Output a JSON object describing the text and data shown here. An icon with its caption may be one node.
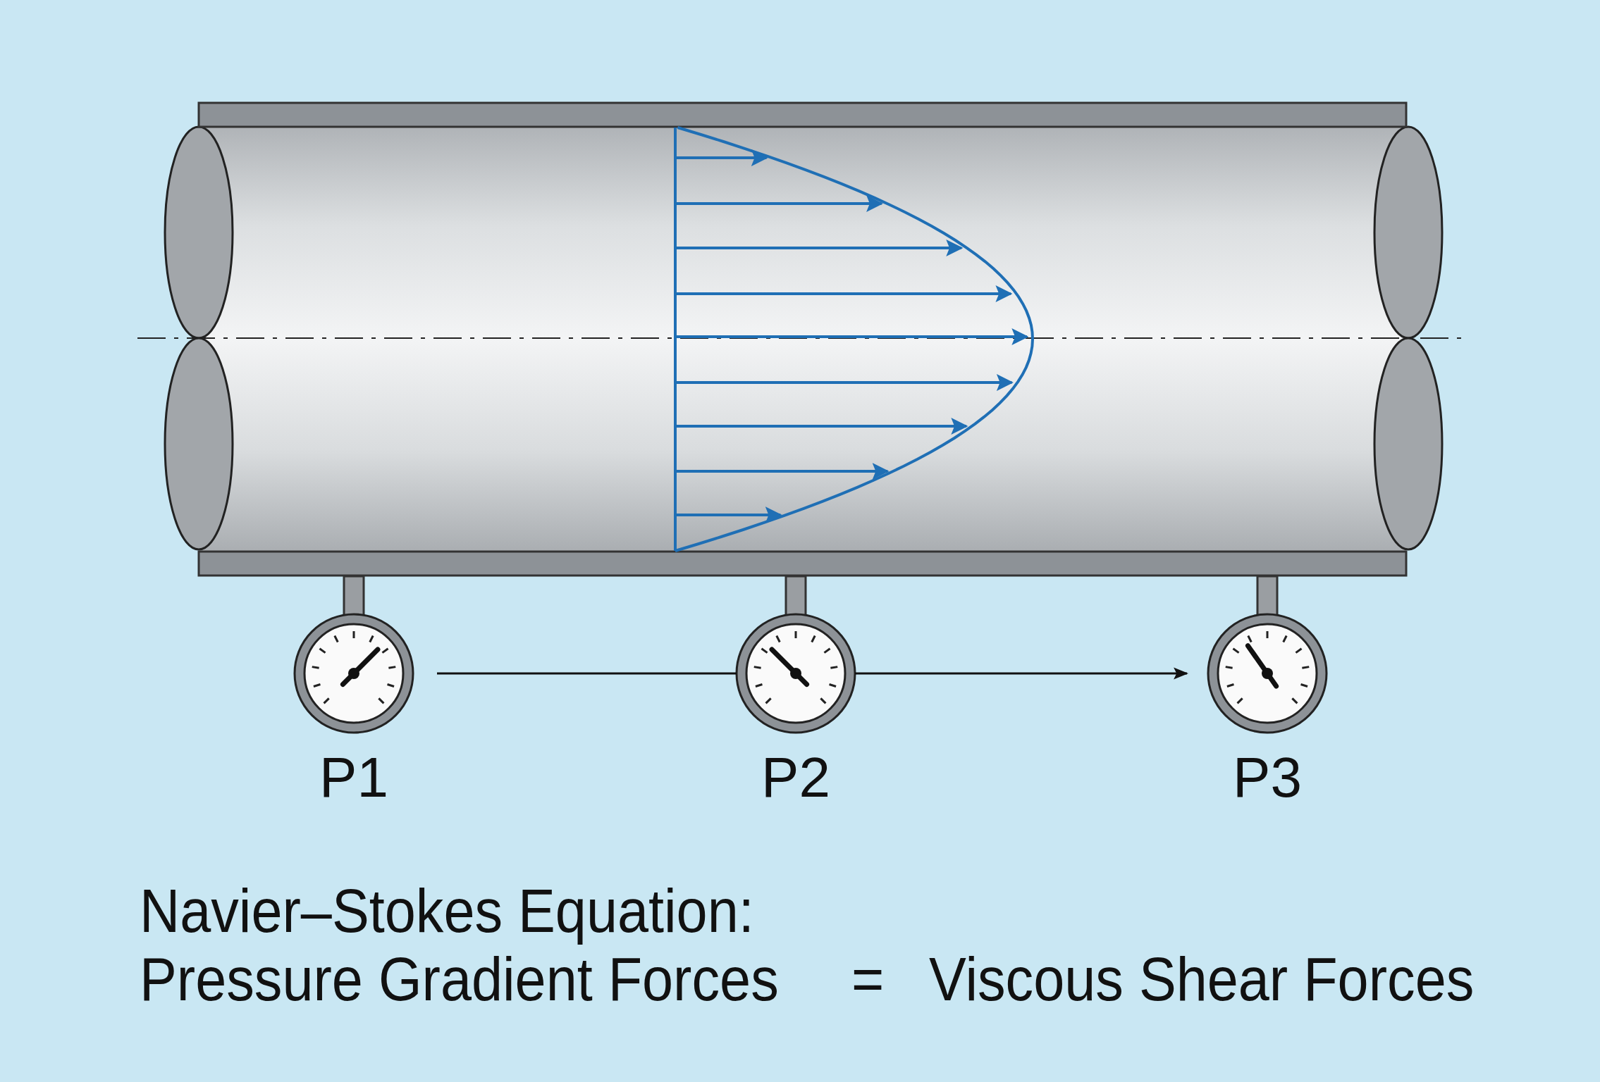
{
  "diagram": {
    "nodes": [
      {
        "text": [],
        "shape": "picture",
        "beside": [
          "P1"
        ]
      },
      {
        "text": [],
        "shape": "picture",
        "beside": [
          "P2"
        ]
      },
      {
        "text": [],
        "shape": "picture",
        "beside": [
          "P3"
        ]
      }
    ],
    "edges": [
      {
        "from": 0,
        "to": 1,
        "arrow": "none"
      },
      {
        "from": 1,
        "to": 2,
        "arrow": "to"
      }
    ],
    "labels": [
      "Navier–Stokes Equation:",
      "Pressure Gradient Forces",
      "=",
      "Viscous Shear Forces"
    ]
  }
}
